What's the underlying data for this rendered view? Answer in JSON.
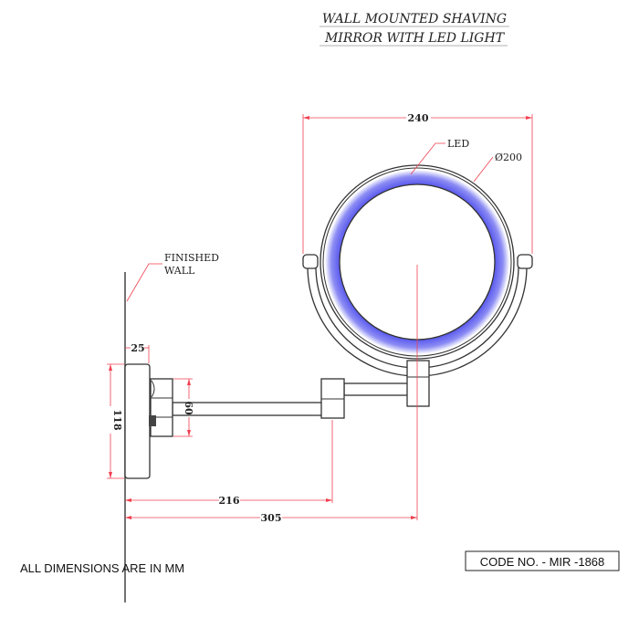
{
  "title": {
    "line1": "WALL MOUNTED SHAVING",
    "line2": "MIRROR WITH LED LIGHT"
  },
  "labels": {
    "led": "LED",
    "diameter": "Ø200",
    "wall_line1": "FINISHED",
    "wall_line2": "WALL"
  },
  "dimensions": {
    "width": "240",
    "plate_depth": "25",
    "plate_height": "118",
    "block_height": "60",
    "arm_reach": "216",
    "total_reach": "305"
  },
  "footer": {
    "units_note": "ALL DIMENSIONS ARE IN MM",
    "code": "CODE NO. - MIR -1868"
  },
  "colors": {
    "dimension_line": "#f04050",
    "led": "#6b6bf0",
    "outline": "#333333"
  }
}
